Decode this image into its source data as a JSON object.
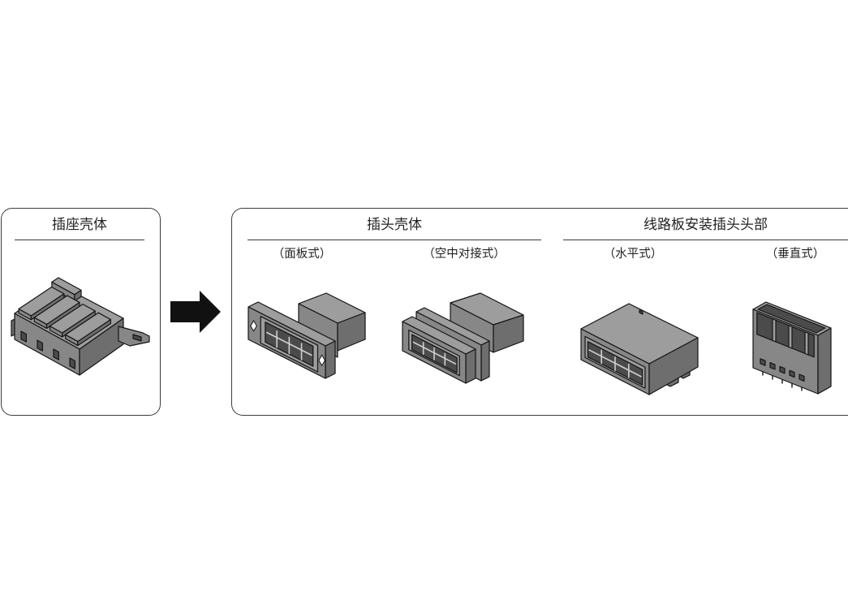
{
  "colors": {
    "outline": "#151515",
    "top_face": "#9d9d9d",
    "front_face": "#878787",
    "side_face": "#6e6e6e",
    "opening": "#4b4b4b",
    "arrow": "#111111",
    "frame": "#3c3c3c"
  },
  "receptacle": {
    "title": "插座壳体"
  },
  "plug": {
    "title": "插头壳体",
    "panel_mount": "（面板式）",
    "free_hanging": "（空中对接式）"
  },
  "header": {
    "title": "线路板安装插头头部",
    "horizontal": "（水平式）",
    "vertical": "（垂直式）"
  },
  "icons": {
    "flow": "right-arrow-icon"
  }
}
